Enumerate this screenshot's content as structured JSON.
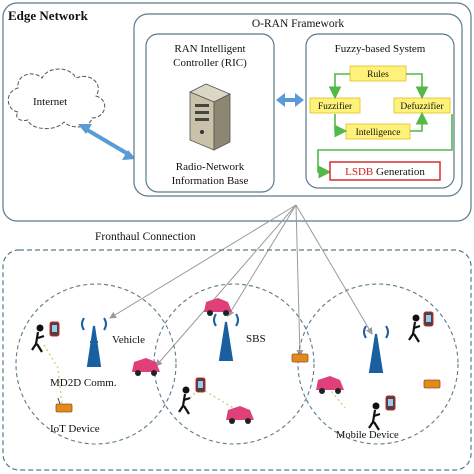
{
  "edge_network": {
    "title": "Edge Network"
  },
  "internet": {
    "label": "Internet"
  },
  "oran": {
    "title": "O-RAN Framework"
  },
  "ric": {
    "title_line1": "RAN Intelligent",
    "title_line2": "Controller (RIC)",
    "db_line1": "Radio-Network",
    "db_line2": "Information Base"
  },
  "fuzzy": {
    "title": "Fuzzy-based System",
    "rules": "Rules",
    "fuzzifier": "Fuzzifier",
    "defuzzifier": "Defuzzifier",
    "intelligence": "Intelligence",
    "lsdb_prefix": "LSDB",
    "lsdb_suffix": " Generation"
  },
  "fronthaul": {
    "label": "Fronthaul Connection"
  },
  "network": {
    "vehicle": "Vehicle",
    "sbs": "SBS",
    "md2d": "MD2D Comm.",
    "iot": "IoT Device",
    "mobile": "Mobile Device"
  },
  "colors": {
    "box_border": "#5a7a8a",
    "fuzzy_fill": "#fff27a",
    "fuzzy_border": "#e0c020",
    "flow_arrow": "#52b848",
    "lsdb_red": "#d42020",
    "double_arrow": "#5b9bd5",
    "tower": "#1a5fa0",
    "car": "#e0407a"
  }
}
